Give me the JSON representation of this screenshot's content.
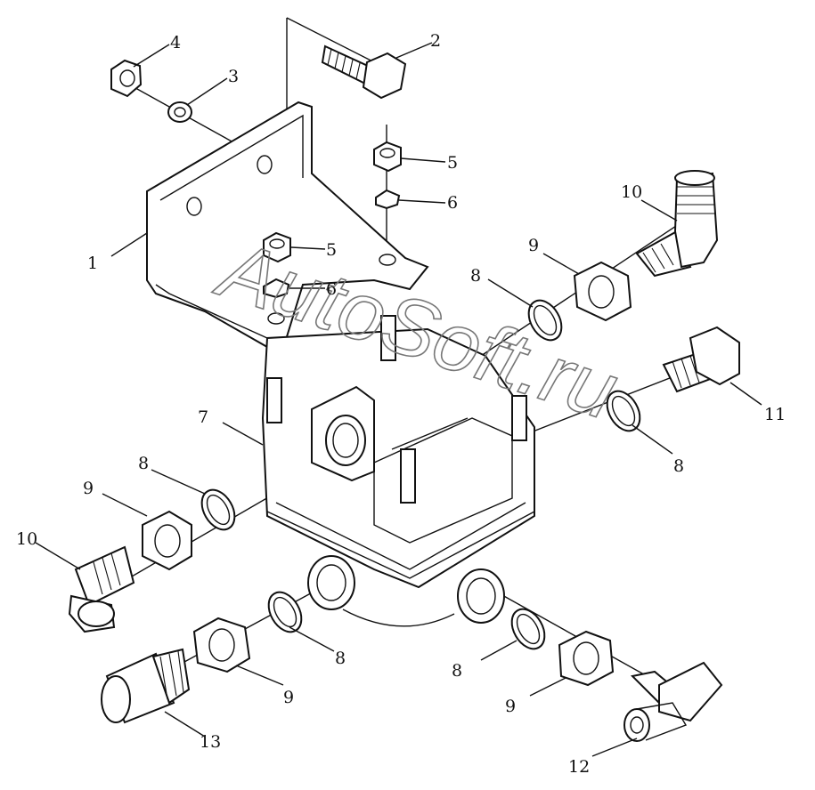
{
  "watermark": "AutoSoft.ru",
  "callouts": {
    "c1": "1",
    "c2": "2",
    "c3": "3",
    "c4": "4",
    "c5a": "5",
    "c5b": "5",
    "c6a": "6",
    "c6b": "6",
    "c7": "7",
    "c8a": "8",
    "c8b": "8",
    "c8c": "8",
    "c8d": "8",
    "c8e": "8",
    "c9a": "9",
    "c9b": "9",
    "c9c": "9",
    "c9d": "9",
    "c10a": "10",
    "c10b": "10",
    "c11": "11",
    "c12": "12",
    "c13": "13"
  }
}
